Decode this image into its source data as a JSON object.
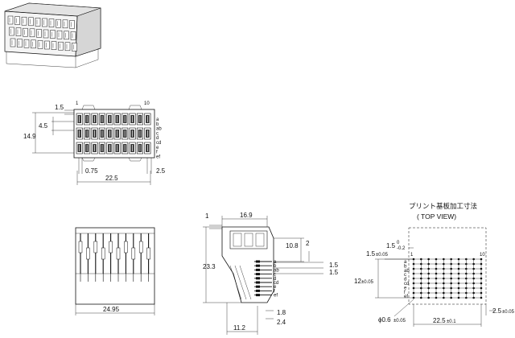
{
  "top_view": {
    "pin_first": "1",
    "pin_last": "10",
    "dims": {
      "d1": "1.5",
      "d2": "4.5",
      "d3": "14.9",
      "d4": "0.75",
      "d5": "2.5",
      "d6": "22.5"
    },
    "row_labels": [
      "a",
      "b",
      "ab",
      "c",
      "d",
      "cd",
      "e",
      "f",
      "ef"
    ]
  },
  "front_view": {
    "width": "24.95"
  },
  "side_view": {
    "dims": {
      "d1": "1",
      "d2": "16.9",
      "d3": "23.3",
      "d4": "10.8",
      "d5": "2",
      "d6": "1.5",
      "d7": "1.5",
      "d8": "1.8",
      "d9": "2.4",
      "d10": "11.2"
    },
    "row_labels": [
      "a",
      "b",
      "ab",
      "c",
      "d",
      "cd",
      "e",
      "f",
      "ef"
    ]
  },
  "pcb_view": {
    "title": "プリント基板加工寸法",
    "subtitle": "( TOP VIEW)",
    "pin_first": "1",
    "pin_last": "10",
    "dims": {
      "d1": "1.5",
      "d1_tol_top": "0",
      "d1_tol_bottom": "-0.2",
      "d2": "1.5",
      "d2_tol": "±0.05",
      "d3": "12",
      "d3_tol": "±0.05",
      "d4": "ϕ0.6",
      "d4_tol": "±0.05",
      "d5": "22.5",
      "d5_tol": "±0.1",
      "d6": "2.5",
      "d6_tol": "±0.05"
    },
    "row_labels": [
      "a",
      "b",
      "ab",
      "c",
      "d",
      "cd",
      "e",
      "f",
      "ef"
    ]
  }
}
